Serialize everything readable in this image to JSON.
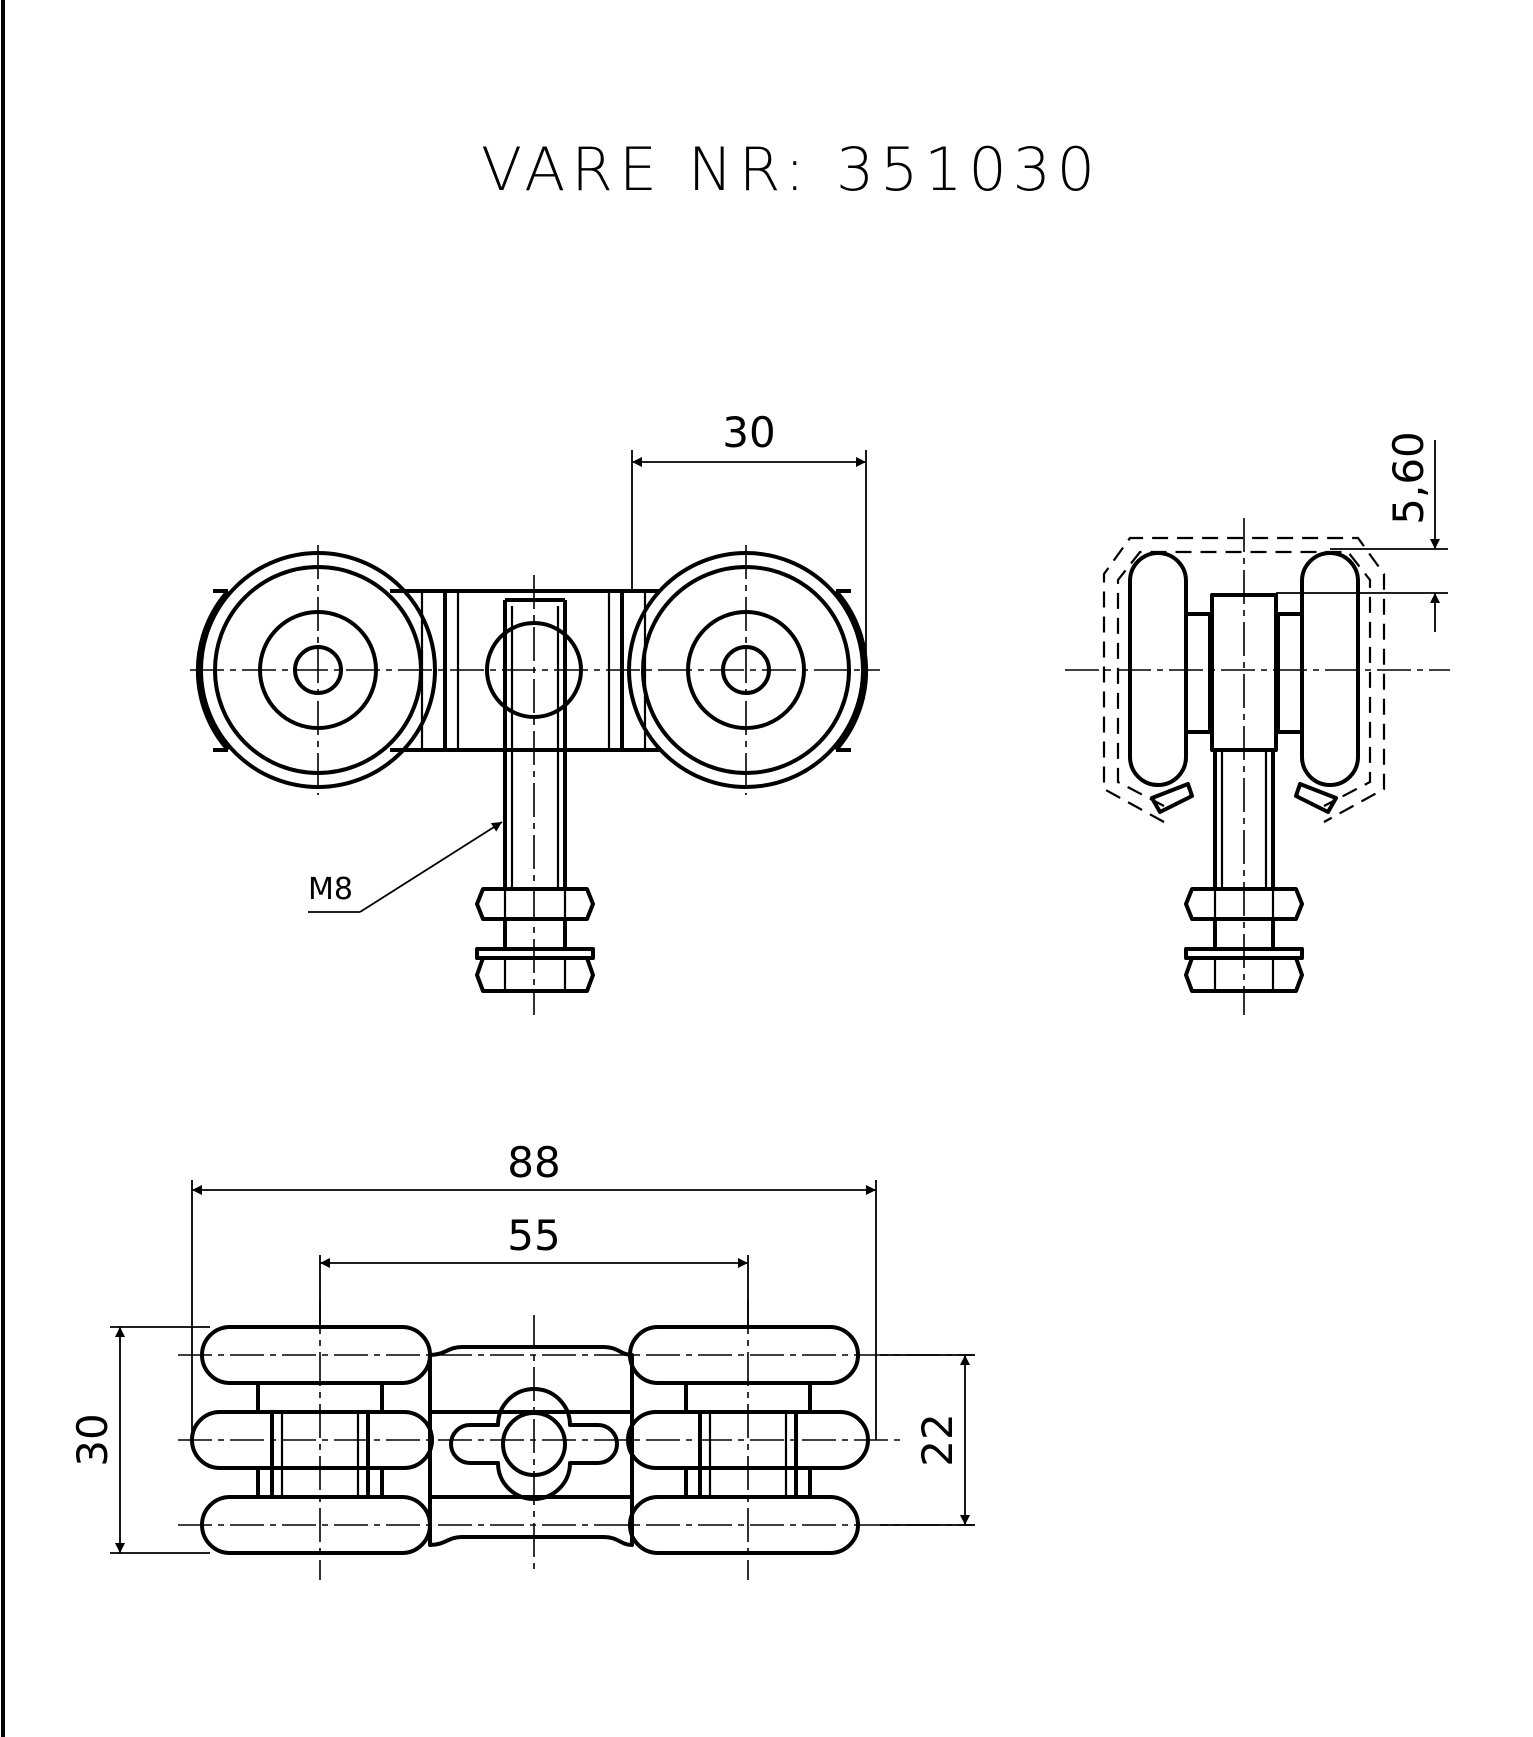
{
  "title": "VARE NR: 351030",
  "front_view": {
    "dim_wheel_offset": "30",
    "thread_label": "M8"
  },
  "side_view": {
    "dim_clearance": "5,60"
  },
  "top_view": {
    "dim_overall_length": "88",
    "dim_axle_spacing": "55",
    "dim_overall_width": "30",
    "dim_wheel_track": "22"
  }
}
